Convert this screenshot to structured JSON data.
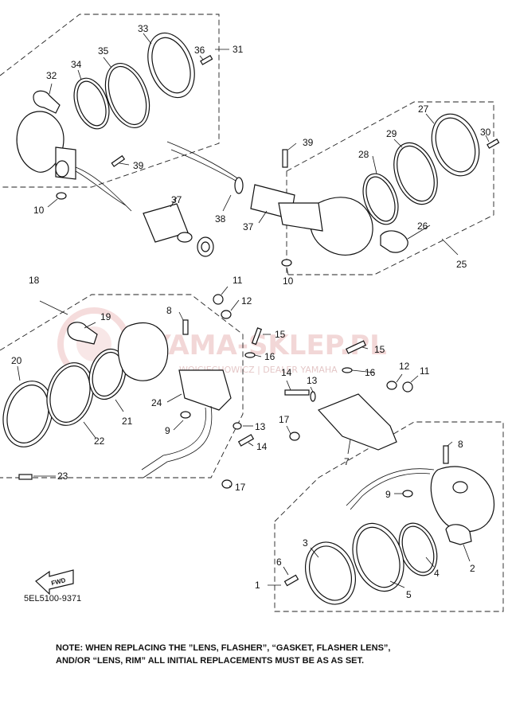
{
  "diagram": {
    "drawing_code": "5EL5100-9371",
    "fwd_label": "FWD",
    "watermark": {
      "main": "YAMA-SKLEP.PL",
      "sub": "WOJCIECHOWICZ | DEALER YAMAHA"
    },
    "callouts": {
      "c33": "33",
      "c35": "35",
      "c34": "34",
      "c32": "32",
      "c36": "36",
      "c31": "31",
      "c39a": "39",
      "c10a": "10",
      "c37a": "37",
      "c39b": "39",
      "c27": "27",
      "c30": "30",
      "c29": "29",
      "c28": "28",
      "c38": "38",
      "c37b": "37",
      "c26": "26",
      "c25": "25",
      "c10b": "10",
      "c18": "18",
      "c11a": "11",
      "c12a": "12",
      "c8a": "8",
      "c19": "19",
      "c15a": "15",
      "c16a": "16",
      "c15b": "15",
      "c16b": "16",
      "c20": "20",
      "c14a": "14",
      "c13a": "13",
      "c12b": "12",
      "c11b": "11",
      "c24": "24",
      "c21": "21",
      "c9a": "9",
      "c22": "22",
      "c17a": "17",
      "c13b": "13",
      "c14b": "14",
      "c8b": "8",
      "c23": "23",
      "c7": "7",
      "c17b": "17",
      "c9b": "9",
      "c3": "3",
      "c6": "6",
      "c4": "4",
      "c2": "2",
      "c1": "1",
      "c5": "5"
    },
    "note_lines": [
      "NOTE: WHEN REPLACING THE  ”LENS, FLASHER”, “GASKET, FLASHER LENS”,",
      "AND/OR “LENS, RIM” ALL INITIAL REPLACEMENTS MUST BE AS AS SET."
    ]
  }
}
